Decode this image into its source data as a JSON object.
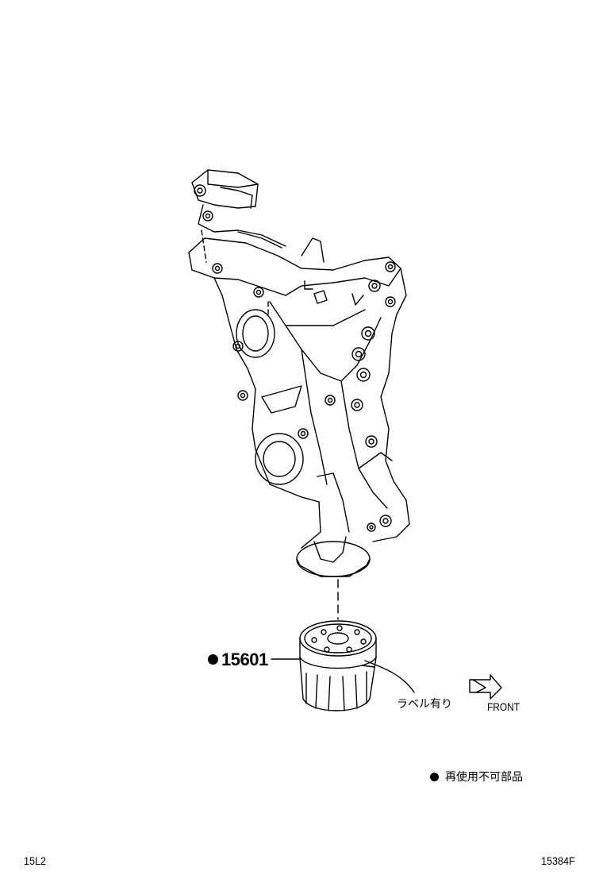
{
  "callout": {
    "part_number": "15601",
    "marker": "●"
  },
  "annotation": {
    "label_note": "ラベル有り"
  },
  "direction": {
    "front_label": "FRONT"
  },
  "legend": {
    "symbol": "●",
    "text": "再使用不可部品"
  },
  "footer": {
    "left_code": "15L2",
    "right_code": "15384F"
  }
}
